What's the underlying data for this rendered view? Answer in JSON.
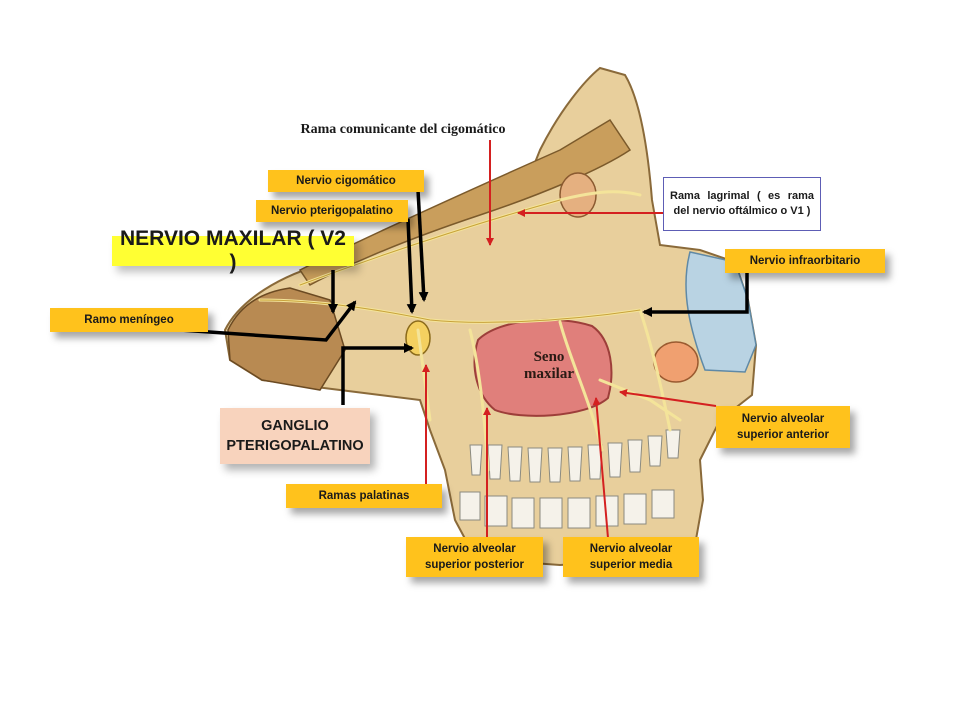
{
  "labels": {
    "rama_comunicante": "Rama comunicante del cigomático",
    "nervio_cigomatico": "Nervio cigomático",
    "nervio_pterigopalatino": "Nervio pterigopalatino",
    "nervio_maxilar": "NERVIO MAXILAR  (  V2  )",
    "ramo_meningeo": "Ramo meníngeo",
    "rama_lagrimal": "Rama lagrimal  ( es  rama del  nervio  oftálmico  o V1 )",
    "nervio_infraorbitario": "Nervio infraorbitario",
    "seno_maxilar": "Seno\nmaxilar",
    "ganglio": "GANGLIO PTERIGOPALATINO",
    "nervio_alveolar_anterior": "Nervio alveolar superior anterior",
    "ramas_palatinas": "Ramas  palatinas",
    "nervio_alveolar_posterior": "Nervio alveolar superior posterior",
    "nervio_alveolar_media": "Nervio alveolar superior media"
  },
  "colors": {
    "label_yellow": "#ffc21c",
    "title_yellow": "#ffff33",
    "ganglion_box": "#f8d3bd",
    "arrow_black": "#000000",
    "arrow_red": "#d42020",
    "bone": "#e8cf9c",
    "sinus": "#e07f7b",
    "nerve": "#f4e49a"
  }
}
